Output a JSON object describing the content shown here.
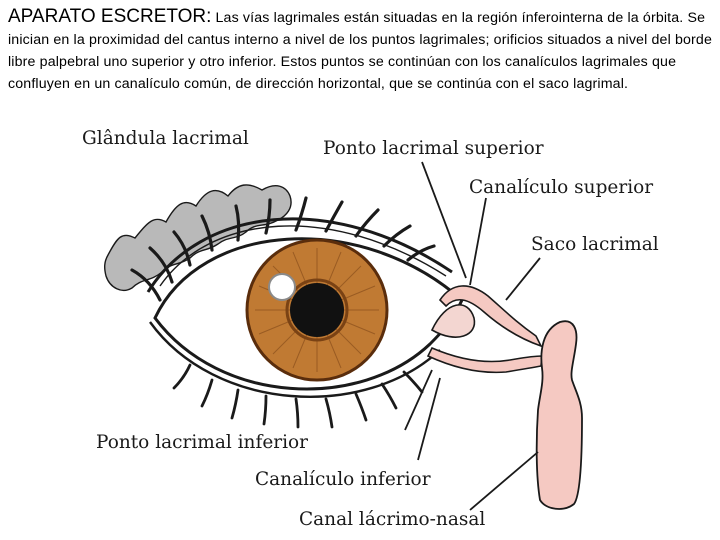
{
  "intro": {
    "heading": "APARATO ESCRETOR:",
    "body": " Las vías lagrimales están situadas en la región ínferointerna de la órbita. Se inician en la proximidad del cantus interno a nivel de los puntos lagrimales; orificios situados a nivel del borde libre palpebral uno superior y otro inferior. Estos puntos se continúan con los canalículos lagrimales que confluyen en un canalículo común, de dirección horizontal, que se continúa con el saco lagrimal."
  },
  "diagram": {
    "labels": {
      "glandula": "Glândula lacrimal",
      "ponto_superior": "Ponto lacrimal superior",
      "canaliculo_superior": "Canalículo superior",
      "saco": "Saco lacrimal",
      "ponto_inferior": "Ponto lacrimal inferior",
      "canaliculo_inferior": "Canalículo inferior",
      "canal_nasal": "Canal lácrimo-nasal"
    },
    "colors": {
      "iris": "#c07a33",
      "iris_dark": "#5a2d0c",
      "pupil": "#111111",
      "gland": "#b9b9b9",
      "duct": "#f5c9c2",
      "outline": "#1a1a1a"
    }
  }
}
